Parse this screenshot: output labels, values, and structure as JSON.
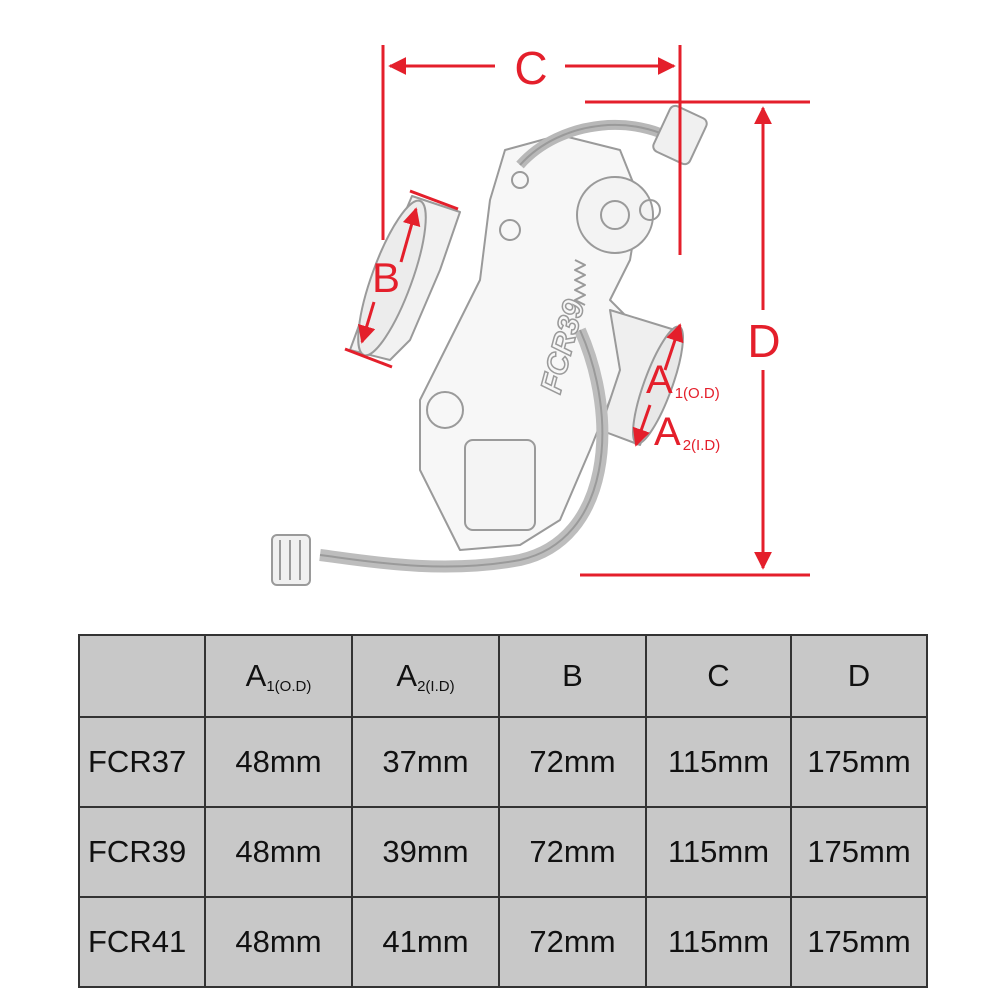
{
  "diagram": {
    "labels": {
      "a1": "A",
      "a1_sub": "1(O.D)",
      "a2": "A",
      "a2_sub": "2(I.D)",
      "b": "B",
      "c": "C",
      "d": "D"
    },
    "brand_mark": "FCR39",
    "colors": {
      "dimension": "#e41f2b",
      "outline": "#9a9a9a"
    }
  },
  "table": {
    "header": [
      {
        "main": "",
        "sub": ""
      },
      {
        "main": "A",
        "sub": "1(O.D)"
      },
      {
        "main": "A",
        "sub": "2(I.D)"
      },
      {
        "main": "B",
        "sub": ""
      },
      {
        "main": "C",
        "sub": ""
      },
      {
        "main": "D",
        "sub": ""
      }
    ],
    "rows": [
      [
        "FCR37",
        "48mm",
        "37mm",
        "72mm",
        "115mm",
        "175mm"
      ],
      [
        "FCR39",
        "48mm",
        "39mm",
        "72mm",
        "115mm",
        "175mm"
      ],
      [
        "FCR41",
        "48mm",
        "41mm",
        "72mm",
        "115mm",
        "175mm"
      ]
    ],
    "colors": {
      "background": "#c8c8c8",
      "border": "#333333"
    }
  }
}
